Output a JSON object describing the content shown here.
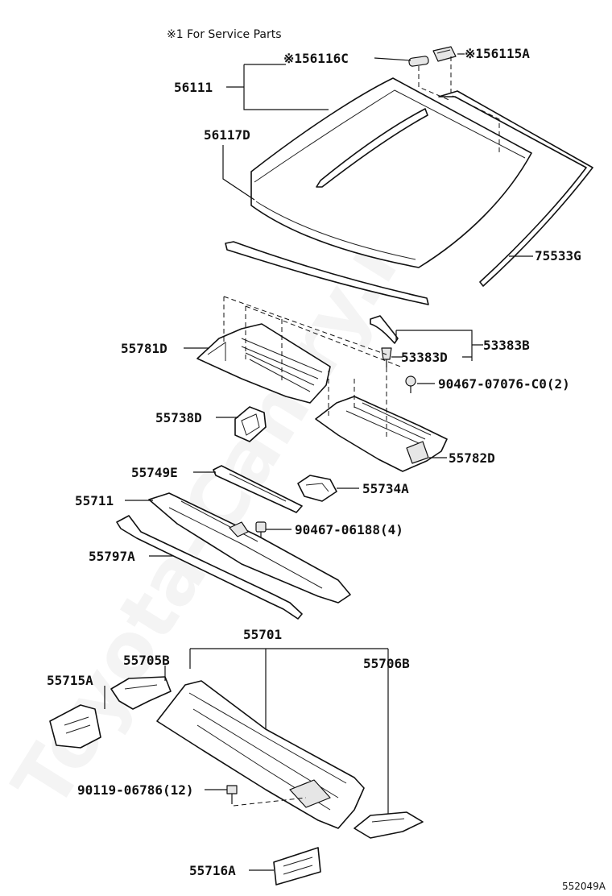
{
  "note": "※1 For Service Parts",
  "watermark": "Toyota-Camry.ru",
  "figure_code": "552049A",
  "labels": {
    "p56116C": "※156116C",
    "p56115A": "※156115A",
    "p56111": "56111",
    "p56117D": "56117D",
    "p75533G": "75533G",
    "p53383B": "53383B",
    "p53383D": "53383D",
    "p55781D": "55781D",
    "p90467_07076": "90467-07076-C0(2)",
    "p55738D": "55738D",
    "p55782D": "55782D",
    "p55749E": "55749E",
    "p55734A": "55734A",
    "p55711": "55711",
    "p90467_06188": "90467-06188(4)",
    "p55797A": "55797A",
    "p55701": "55701",
    "p55705B": "55705B",
    "p55706B": "55706B",
    "p55715A": "55715A",
    "p90119_06786": "90119-06786(12)",
    "p55716A": "55716A"
  }
}
